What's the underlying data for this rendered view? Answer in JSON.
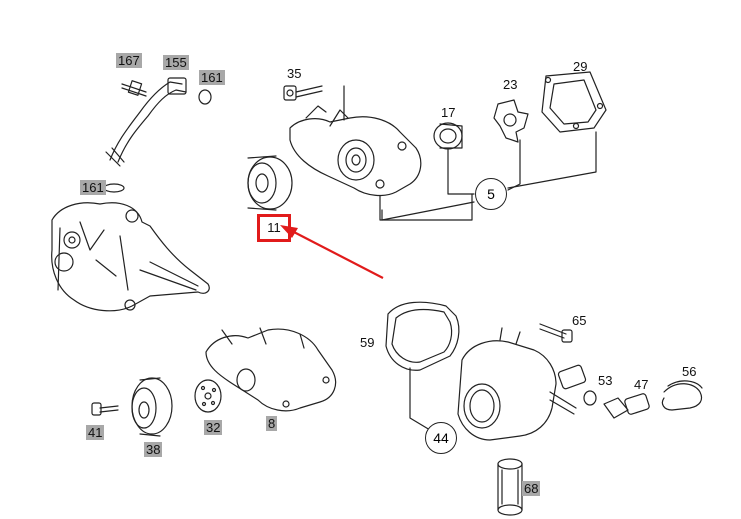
{
  "labels": {
    "p167": "167",
    "p155": "155",
    "p161a": "161",
    "p161b": "161",
    "p35": "35",
    "p17": "17",
    "p23": "23",
    "p29": "29",
    "p5": "5",
    "p11": "11",
    "p59": "59",
    "p65": "65",
    "p53": "53",
    "p47": "47",
    "p56": "56",
    "p44": "44",
    "p68": "68",
    "p41": "41",
    "p38": "38",
    "p32": "32",
    "p8": "8"
  },
  "colors": {
    "highlight": "#e11b1b",
    "label_bg": "#a8a8a8",
    "line": "#222222"
  }
}
